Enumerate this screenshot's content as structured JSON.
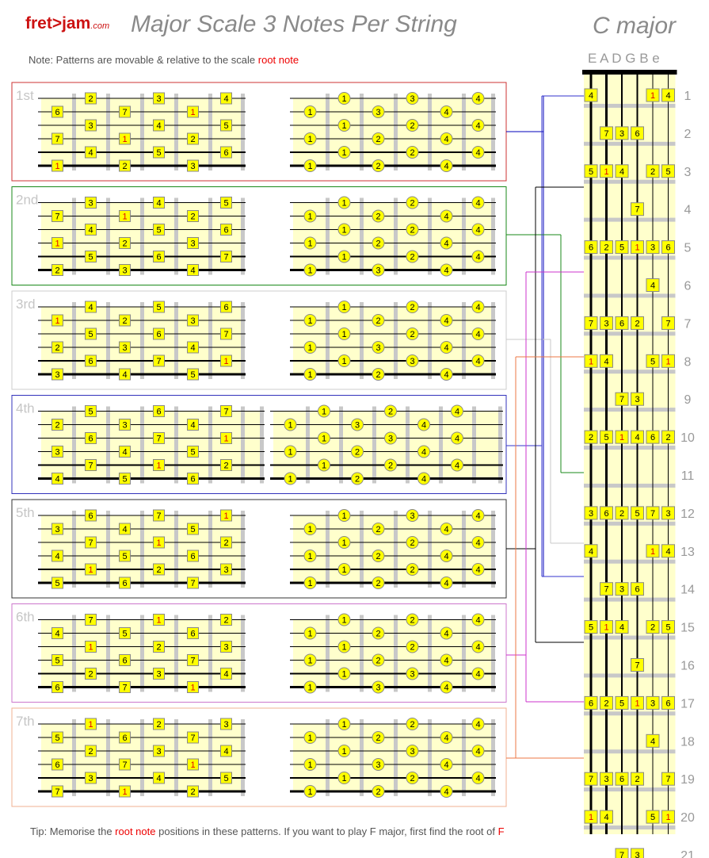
{
  "header": {
    "logo": "fret>jam",
    "logo_suffix": ".com",
    "title": "Major Scale 3 Notes Per String",
    "key": "C major"
  },
  "note": {
    "prefix": "Note: Patterns are movable & relative to the scale ",
    "highlight": "root note"
  },
  "tip": {
    "prefix": "Tip: Memorise the ",
    "highlight": "root note",
    "middle": " positions in these patterns. If you want to play F major, first find the root of ",
    "end": "F"
  },
  "colors": {
    "root": "#e00000",
    "note_fill": "#ffff00",
    "fretboard_bg": "#ffffcc",
    "label_gray": "#c6c6c6",
    "connector_1st": "#0000bb",
    "connector_2nd": "#1a8a1a",
    "connector_3rd": "#c8c8c8",
    "connector_4th": "#3333cc",
    "connector_5th": "#000000",
    "connector_6th": "#cc33cc",
    "connector_7th": "#ee7744"
  },
  "string_names": "E A D G B e",
  "fret_numbers": [
    "1",
    "2",
    "3",
    "4",
    "5",
    "6",
    "7",
    "8",
    "9",
    "10",
    "11",
    "12",
    "13",
    "14",
    "15",
    "16",
    "17",
    "18",
    "19",
    "20",
    "21"
  ],
  "patterns": [
    {
      "label": "1st",
      "box_color": "#cc3333",
      "intervals": [
        [
          "2",
          "3",
          "4"
        ],
        [
          "6",
          "7",
          "1"
        ],
        [
          "3",
          "4",
          "5"
        ],
        [
          "7",
          "1",
          "2"
        ],
        [
          "4",
          "5",
          "6"
        ],
        [
          "1",
          "2",
          "3"
        ]
      ],
      "fingers": [
        [
          "1",
          "3",
          "4"
        ],
        [
          "1",
          "3",
          "4"
        ],
        [
          "1",
          "2",
          "4"
        ],
        [
          "1",
          "2",
          "4"
        ],
        [
          "1",
          "2",
          "4"
        ],
        [
          "1",
          "2",
          "4"
        ]
      ]
    },
    {
      "label": "2nd",
      "box_color": "#1a8a1a",
      "intervals": [
        [
          "3",
          "4",
          "5"
        ],
        [
          "7",
          "1",
          "2"
        ],
        [
          "4",
          "5",
          "6"
        ],
        [
          "1",
          "2",
          "3"
        ],
        [
          "5",
          "6",
          "7"
        ],
        [
          "2",
          "3",
          "4"
        ]
      ],
      "fingers": [
        [
          "1",
          "2",
          "4"
        ],
        [
          "1",
          "2",
          "4"
        ],
        [
          "1",
          "2",
          "4"
        ],
        [
          "1",
          "2",
          "4"
        ],
        [
          "1",
          "2",
          "4"
        ],
        [
          "1",
          "3",
          "4"
        ]
      ]
    },
    {
      "label": "3rd",
      "box_color": "#cccccc",
      "intervals": [
        [
          "4",
          "5",
          "6"
        ],
        [
          "1",
          "2",
          "3"
        ],
        [
          "5",
          "6",
          "7"
        ],
        [
          "2",
          "3",
          "4"
        ],
        [
          "6",
          "7",
          "1"
        ],
        [
          "3",
          "4",
          "5"
        ]
      ],
      "fingers": [
        [
          "1",
          "2",
          "4"
        ],
        [
          "1",
          "2",
          "4"
        ],
        [
          "1",
          "2",
          "4"
        ],
        [
          "1",
          "3",
          "4"
        ],
        [
          "1",
          "3",
          "4"
        ],
        [
          "1",
          "2",
          "4"
        ]
      ]
    },
    {
      "label": "4th",
      "box_color": "#3333bb",
      "intervals": [
        [
          "5",
          "6",
          "7"
        ],
        [
          "2",
          "3",
          "4"
        ],
        [
          "6",
          "7",
          "1"
        ],
        [
          "3",
          "4",
          "5"
        ],
        [
          "7",
          "1",
          "2"
        ],
        [
          "4",
          "5",
          "6"
        ]
      ],
      "fingers": [
        [
          "1",
          "2",
          "4"
        ],
        [
          "1",
          "3",
          "4"
        ],
        [
          "1",
          "3",
          "4"
        ],
        [
          "1",
          "2",
          "4"
        ],
        [
          "1",
          "2",
          "4"
        ],
        [
          "1",
          "2",
          "4"
        ]
      ]
    },
    {
      "label": "5th",
      "box_color": "#333333",
      "intervals": [
        [
          "6",
          "7",
          "1"
        ],
        [
          "3",
          "4",
          "5"
        ],
        [
          "7",
          "1",
          "2"
        ],
        [
          "4",
          "5",
          "6"
        ],
        [
          "1",
          "2",
          "3"
        ],
        [
          "5",
          "6",
          "7"
        ]
      ],
      "fingers": [
        [
          "1",
          "3",
          "4"
        ],
        [
          "1",
          "2",
          "4"
        ],
        [
          "1",
          "2",
          "4"
        ],
        [
          "1",
          "2",
          "4"
        ],
        [
          "1",
          "2",
          "4"
        ],
        [
          "1",
          "2",
          "4"
        ]
      ]
    },
    {
      "label": "6th",
      "box_color": "#cc77cc",
      "intervals": [
        [
          "7",
          "1",
          "2"
        ],
        [
          "4",
          "5",
          "6"
        ],
        [
          "1",
          "2",
          "3"
        ],
        [
          "5",
          "6",
          "7"
        ],
        [
          "2",
          "3",
          "4"
        ],
        [
          "6",
          "7",
          "1"
        ]
      ],
      "fingers": [
        [
          "1",
          "2",
          "4"
        ],
        [
          "1",
          "2",
          "4"
        ],
        [
          "1",
          "2",
          "4"
        ],
        [
          "1",
          "2",
          "4"
        ],
        [
          "1",
          "3",
          "4"
        ],
        [
          "1",
          "3",
          "4"
        ]
      ]
    },
    {
      "label": "7th",
      "box_color": "#f0b090",
      "intervals": [
        [
          "1",
          "2",
          "3"
        ],
        [
          "5",
          "6",
          "7"
        ],
        [
          "2",
          "3",
          "4"
        ],
        [
          "6",
          "7",
          "1"
        ],
        [
          "3",
          "4",
          "5"
        ],
        [
          "7",
          "1",
          "2"
        ]
      ],
      "fingers": [
        [
          "1",
          "2",
          "4"
        ],
        [
          "1",
          "2",
          "4"
        ],
        [
          "1",
          "3",
          "4"
        ],
        [
          "1",
          "3",
          "4"
        ],
        [
          "1",
          "2",
          "4"
        ],
        [
          "1",
          "2",
          "4"
        ]
      ]
    }
  ],
  "neck_notes": [
    {
      "fret": "1",
      "cells": [
        "4",
        "",
        "",
        "",
        "1",
        "4"
      ]
    },
    {
      "fret": "2",
      "cells": [
        "",
        "7",
        "3",
        "6",
        "",
        ""
      ]
    },
    {
      "fret": "3",
      "cells": [
        "5",
        "1",
        "4",
        "",
        "2",
        "5"
      ]
    },
    {
      "fret": "4",
      "cells": [
        "",
        "",
        "",
        "7",
        "",
        ""
      ]
    },
    {
      "fret": "5",
      "cells": [
        "6",
        "2",
        "5",
        "1",
        "3",
        "6"
      ]
    },
    {
      "fret": "6",
      "cells": [
        "",
        "",
        "",
        "",
        "4",
        ""
      ]
    },
    {
      "fret": "7",
      "cells": [
        "7",
        "3",
        "6",
        "2",
        "",
        "7"
      ]
    },
    {
      "fret": "8",
      "cells": [
        "1",
        "4",
        "",
        "",
        "5",
        "1"
      ]
    },
    {
      "fret": "9",
      "cells": [
        "",
        "",
        "7",
        "3",
        "",
        ""
      ]
    },
    {
      "fret": "10",
      "cells": [
        "2",
        "5",
        "1",
        "4",
        "6",
        "2"
      ]
    },
    {
      "fret": "11",
      "cells": [
        "",
        "",
        "",
        "",
        "",
        ""
      ]
    },
    {
      "fret": "12",
      "cells": [
        "3",
        "6",
        "2",
        "5",
        "7",
        "3"
      ]
    },
    {
      "fret": "13",
      "cells": [
        "4",
        "",
        "",
        "",
        "1",
        "4"
      ]
    },
    {
      "fret": "14",
      "cells": [
        "",
        "7",
        "3",
        "6",
        "",
        ""
      ]
    },
    {
      "fret": "15",
      "cells": [
        "5",
        "1",
        "4",
        "",
        "2",
        "5"
      ]
    },
    {
      "fret": "16",
      "cells": [
        "",
        "",
        "",
        "7",
        "",
        ""
      ]
    },
    {
      "fret": "17",
      "cells": [
        "6",
        "2",
        "5",
        "1",
        "3",
        "6"
      ]
    },
    {
      "fret": "18",
      "cells": [
        "",
        "",
        "",
        "",
        "4",
        ""
      ]
    },
    {
      "fret": "19",
      "cells": [
        "7",
        "3",
        "6",
        "2",
        "",
        "7"
      ]
    },
    {
      "fret": "20",
      "cells": [
        "1",
        "4",
        "",
        "",
        "5",
        "1"
      ]
    },
    {
      "fret": "21",
      "cells": [
        "",
        "",
        "7",
        "3",
        "",
        ""
      ]
    }
  ]
}
